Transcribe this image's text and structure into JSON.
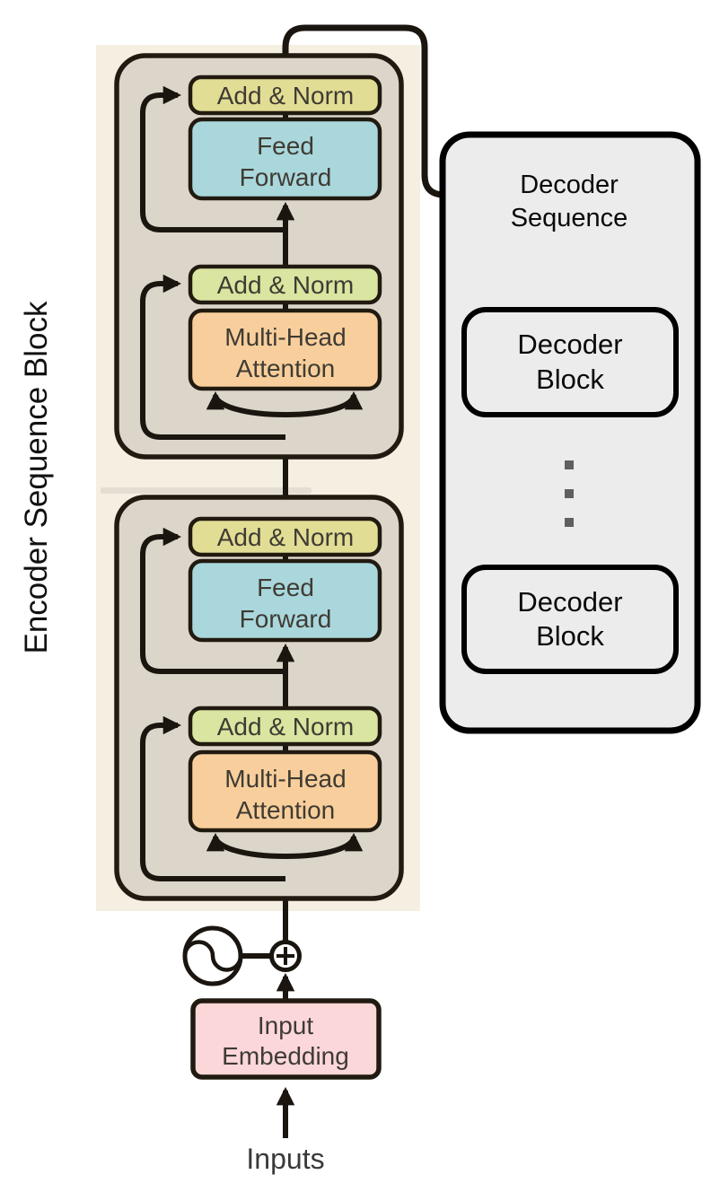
{
  "encoder": {
    "side_label": "Encoder Sequence Block",
    "blocks": [
      {
        "add_norm_top": "Add & Norm",
        "feed_forward": [
          "Feed",
          "Forward"
        ],
        "add_norm_bottom": "Add & Norm",
        "attention": [
          "Multi-Head",
          "Attention"
        ]
      },
      {
        "add_norm_top": "Add & Norm",
        "feed_forward": [
          "Feed",
          "Forward"
        ],
        "add_norm_bottom": "Add & Norm",
        "attention": [
          "Multi-Head",
          "Attention"
        ]
      }
    ]
  },
  "decoder": {
    "title": [
      "Decoder",
      "Sequence"
    ],
    "blocks": [
      [
        "Decoder",
        "Block"
      ],
      [
        "Decoder",
        "Block"
      ]
    ]
  },
  "input": {
    "embedding": [
      "Input",
      "Embedding"
    ],
    "label": "Inputs"
  },
  "icons": {
    "positional_encoding": "sine-wave-circle-icon",
    "sum": "plus-in-circle-icon",
    "decoder_ellipsis": "vertical-square-dots-icon"
  },
  "colors": {
    "canvas_bg": "#ffffff",
    "encoder_strip_bg": "#f5efe2",
    "encoder_block_bg": "#dcd6ca",
    "add_norm_yellow": "#e2dd95",
    "add_norm_green": "#d9e5a0",
    "feed_forward_teal": "#a9d7dc",
    "attention_orange": "#f8cf9c",
    "embedding_pink": "#fbd7da",
    "decoder_bg": "#ececec",
    "decoder_border": "#000000",
    "line_black": "#1b1510",
    "box_border": "#211a10",
    "box_text": "#3f3b33",
    "decoder_text": "#0a0a0a",
    "dots_gray": "#5f5f5f"
  }
}
